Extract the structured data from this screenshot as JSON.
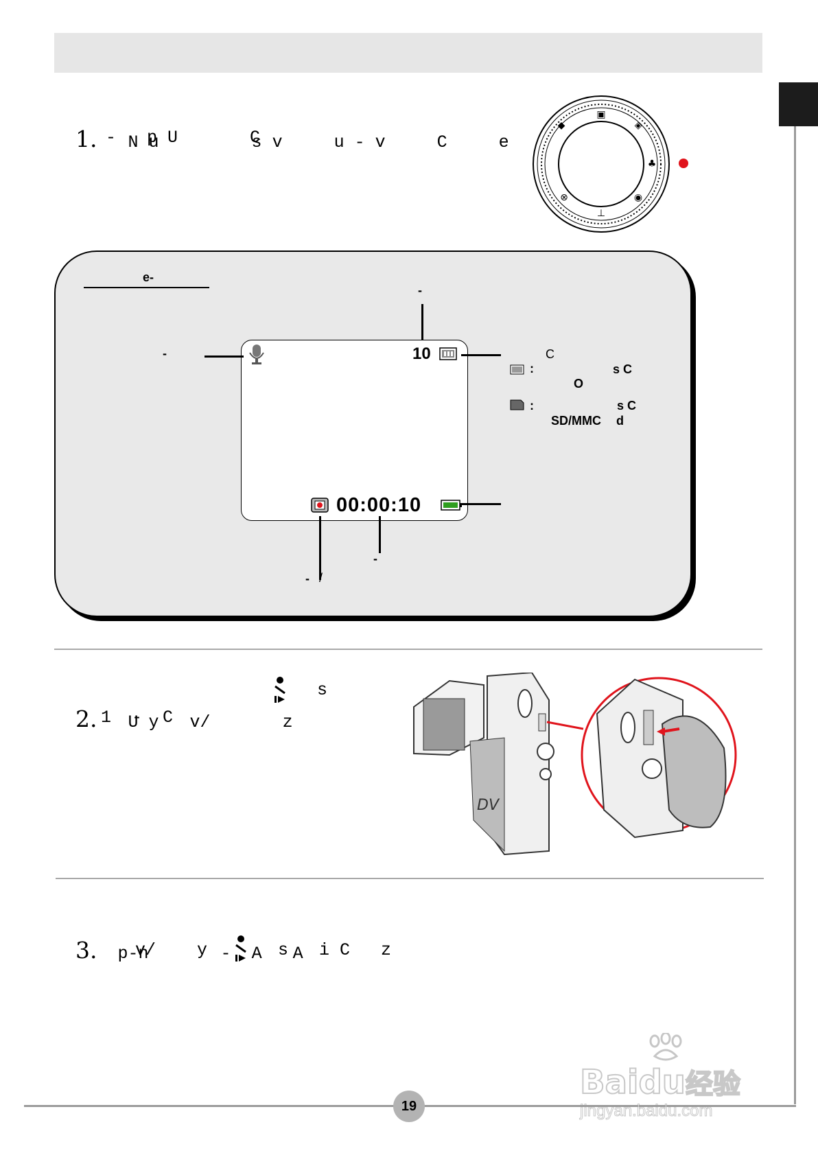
{
  "header": {
    "band": ""
  },
  "steps": [
    {
      "number": "1.",
      "line1": "N u         s v     u - v     C     e",
      "line2": "  -   p U       C"
    },
    {
      "number": "2.",
      "line1": "U y   v/       z",
      "line1b": "s",
      "line2": "1  -  C"
    },
    {
      "number": "3.",
      "line1": "p-n       -  A   A",
      "line2": "v/    y",
      "line2b": "s   i C   z"
    }
  ],
  "panel": {
    "title": "e-",
    "lcd": {
      "shots_remaining": "10",
      "record_time": "00:00:10"
    },
    "callouts": {
      "top_mid": "-",
      "mic_left": "-",
      "storage_head": "C",
      "internal_colon": ":",
      "internal_line1": "s C",
      "internal_line2": "O",
      "card_colon": ":",
      "card_line1": "s C",
      "card_line2a": "SD/MMC",
      "card_line2b": "d",
      "time_label": "-",
      "rec_label_a": "-",
      "rec_label_b": "/"
    }
  },
  "page_number": "19",
  "watermark": {
    "brand": "Bai",
    "brand2": "du",
    "cn": "经验",
    "url": "jingyan.baidu.com"
  },
  "colors": {
    "accent_red": "#e0141c",
    "battery_green": "#2f9e1f",
    "panel_bg": "#e9e9e9",
    "header_bg": "#e6e6e6"
  },
  "icons": [
    "mode-dial-icon",
    "microphone-icon",
    "internal-memory-icon",
    "sd-card-icon",
    "record-icon",
    "battery-icon",
    "camera-illustration",
    "record-button-icon"
  ]
}
